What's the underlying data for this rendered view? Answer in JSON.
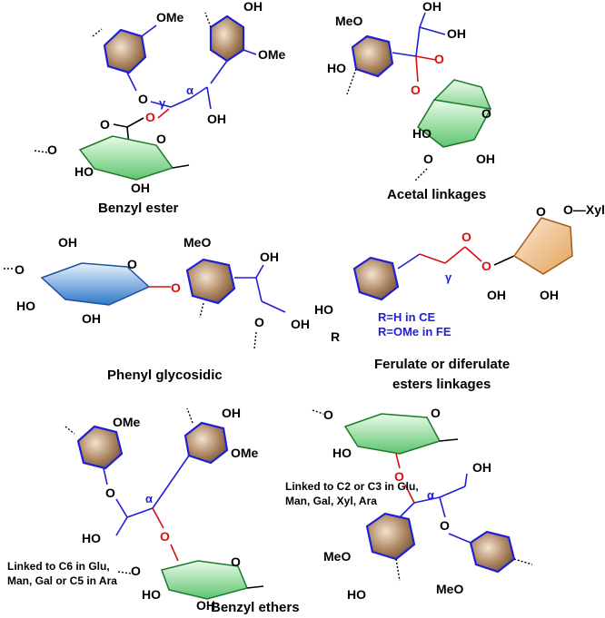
{
  "colors": {
    "accent_blue": "#1f1fd6",
    "link_red": "#d81010",
    "ring_brown": "#8b6a4a",
    "sugar_green": "#7fd38c",
    "sugar_blue": "#4a8fd6",
    "sugar_orange": "#e0a86a"
  },
  "labels": {
    "benzyl_ester": "Benzyl ester",
    "acetal": "Acetal linkages",
    "phenyl_glycosidic": "Phenyl glycosidic",
    "ferulate_line1": "Ferulate or diferulate",
    "ferulate_line2": "esters linkages",
    "benzyl_ethers": "Benzyl ethers"
  },
  "notes": {
    "c6_line1": "Linked to C6 in Glu,",
    "c6_line2": "Man, Gal or C5 in Ara",
    "c2_line1": "Linked to C2 or C3 in Glu,",
    "c2_line2": "Man, Gal, Xyl, Ara"
  },
  "ferulate_r": {
    "line1": "R=H in CE",
    "line2": "R=OMe in FE"
  },
  "atoms": {
    "ome": "OMe",
    "oh": "OH",
    "o": "O",
    "meo": "MeO",
    "ho": "HO",
    "r": "R",
    "xylan": "O—Xylan",
    "alpha": "α",
    "gamma": "γ"
  }
}
